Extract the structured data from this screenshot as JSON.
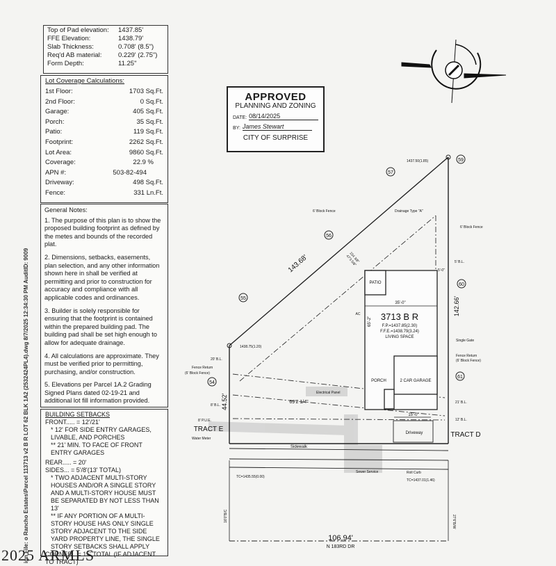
{
  "pad_table": [
    {
      "label": "Top of Pad elevation:",
      "value": "1437.85'"
    },
    {
      "label": "FFE Elevation:",
      "value": "1438.79'"
    },
    {
      "label": "Slab Thickness:",
      "value": "0.708' (8.5\")"
    },
    {
      "label": "Req'd AB material:",
      "value": "0.229' (2.75\")"
    },
    {
      "label": "Form Depth:",
      "value": "11.25\""
    }
  ],
  "lot_coverage": {
    "title": "Lot Coverage Calculations:",
    "rows": [
      {
        "label": "1st Floor:",
        "value": "1703 Sq.Ft."
      },
      {
        "label": "2nd Floor:",
        "value": "0 Sq.Ft."
      },
      {
        "label": "Garage:",
        "value": "405 Sq.Ft."
      },
      {
        "label": "Porch:",
        "value": "35 Sq.Ft."
      },
      {
        "label": "Patio:",
        "value": "119 Sq.Ft."
      },
      {
        "label": "Footprint:",
        "value": "2262 Sq.Ft."
      },
      {
        "label": "Lot Area:",
        "value": "9860 Sq.Ft."
      },
      {
        "label": "Coverage:",
        "value": "22.9 %"
      },
      {
        "label": "APN #:",
        "value": "503-82-494"
      },
      {
        "label": "Driveway:",
        "value": "498 Sq.Ft."
      },
      {
        "label": "Fence:",
        "value": "331 Ln.Ft."
      }
    ]
  },
  "general_notes": {
    "title": "General Notes:",
    "items": [
      "1. The purpose of this plan is to show the proposed building footprint as defined by the metes and bounds of the recorded plat.",
      "2. Dimensions, setbacks, easements, plan selection, and any other information shown here in shall be verified at permitting and prior to construction for accuracy and compliance with all applicable codes and ordinances.",
      "3. Builder is solely responsible for ensuring that the footprint is contained within the prepared building pad. The building pad shall be set high enough to allow for adequate drainage.",
      "4. All calculations are approximate. They must be verified prior to permitting, purchasing, and/or construction.",
      "5. Elevations per Parcel 1A.2 Grading Signed Plans dated 02-19-21 and additional lot fill information provided."
    ]
  },
  "setbacks": {
    "title": "Building Setbacks",
    "lines": [
      "Front..... = 12'/21'",
      "* 12' for side entry garages, livable, and porches",
      "** 21' min. to face of front entry garages",
      "Rear..... = 20'",
      "Sides... = 5'/8'(13' total)",
      "* Two adjacent multi-story houses and/or a single story and a multi-story house must be separated by not less than 13'",
      "** If any portion of a multi-story house has only single story adjacent to the side yard property line, the single story setbacks shall apply",
      "Corner.. = 15' total (if adjacent to tract)"
    ]
  },
  "stamp": {
    "status": "APPROVED",
    "dept": "PLANNING AND ZONING",
    "date_label": "DATE:",
    "date": "08/14/2025",
    "by_label": "BY:",
    "by": "James Stewart",
    "city": "CITY OF SURPRISE"
  },
  "side_file_text": "ign File: o Rancho Estates\\Parcel 113713 v2 B R LOT 62 BLK 1A2 (2532424PL4).dwg 8/7/2025 12:34:30 PM  AuditID: 9009",
  "watermark": "2025 ARMLS",
  "plan": {
    "house_label": "3713 B R",
    "fp": "F.P.=1437.85(2.30)",
    "ffe": "F.F.E.=1438.79(3.24)",
    "living": "LIVING SPACE",
    "garage": "2 CAR GARAGE",
    "porch": "PORCH",
    "patio": "PATIO",
    "ac": "AC",
    "driveway": "Driveway",
    "sidewalk": "Sidewalk",
    "street": "N 183RD DR",
    "tract_e": "TRACT E",
    "tract_d": "TRACT D",
    "frontage": "106.94'",
    "diag_len": "143.68'",
    "right_len": "142.66'",
    "left_len": "44.52'",
    "dim_35": "35'-0\"",
    "dim_15": "15'-0\"",
    "dim_5": "5'-0\"",
    "dim_69": "69'2 1/4\"",
    "dim_65": "65'-2\"",
    "dim_154": "154 3/8\"",
    "dim_47": "47'3 5/8\"",
    "elev_top": "1437.50(1.85)",
    "elev_left": "1438.75(1.20)",
    "tc_left": "TC=1435.55(0.00)",
    "tc_right": "TC=1437.01(1.46)",
    "lbl_6block_top": "6' Block Fence",
    "lbl_6block_right": "6' Block Fence",
    "lbl_drainage": "Drainage Type \"A\"",
    "lbl_5bl": "5' B.L.",
    "lbl_single_gate": "Single Gate",
    "lbl_fence_return_r1": "Fence Return",
    "lbl_fence_return_r2": "(6' Block Fence)",
    "lbl_fence_return_l1": "Fence Return",
    "lbl_fence_return_l2": "(6' Block Fence)",
    "lbl_20bl": "20' B.L.",
    "lbl_8bl": "8' B.L.",
    "lbl_8pue": "8' P.U.E.",
    "lbl_21bl": "21' B.L.",
    "lbl_12bl": "12' B.L.",
    "lbl_water": "Water Meter",
    "lbl_elec": "Electrical Panel",
    "lbl_sewer": "Sewer Service",
    "lbl_rollcurb": "Roll Curb",
    "lbl_16bc": "16'0\"B/C",
    "lbl_27": "27'6\"B/W",
    "lot_55": "55",
    "lot_56": "56",
    "lot_57": "57",
    "lot_59": "59",
    "lot_60": "60",
    "lot_61": "61",
    "lot_54": "54",
    "north": "N"
  }
}
